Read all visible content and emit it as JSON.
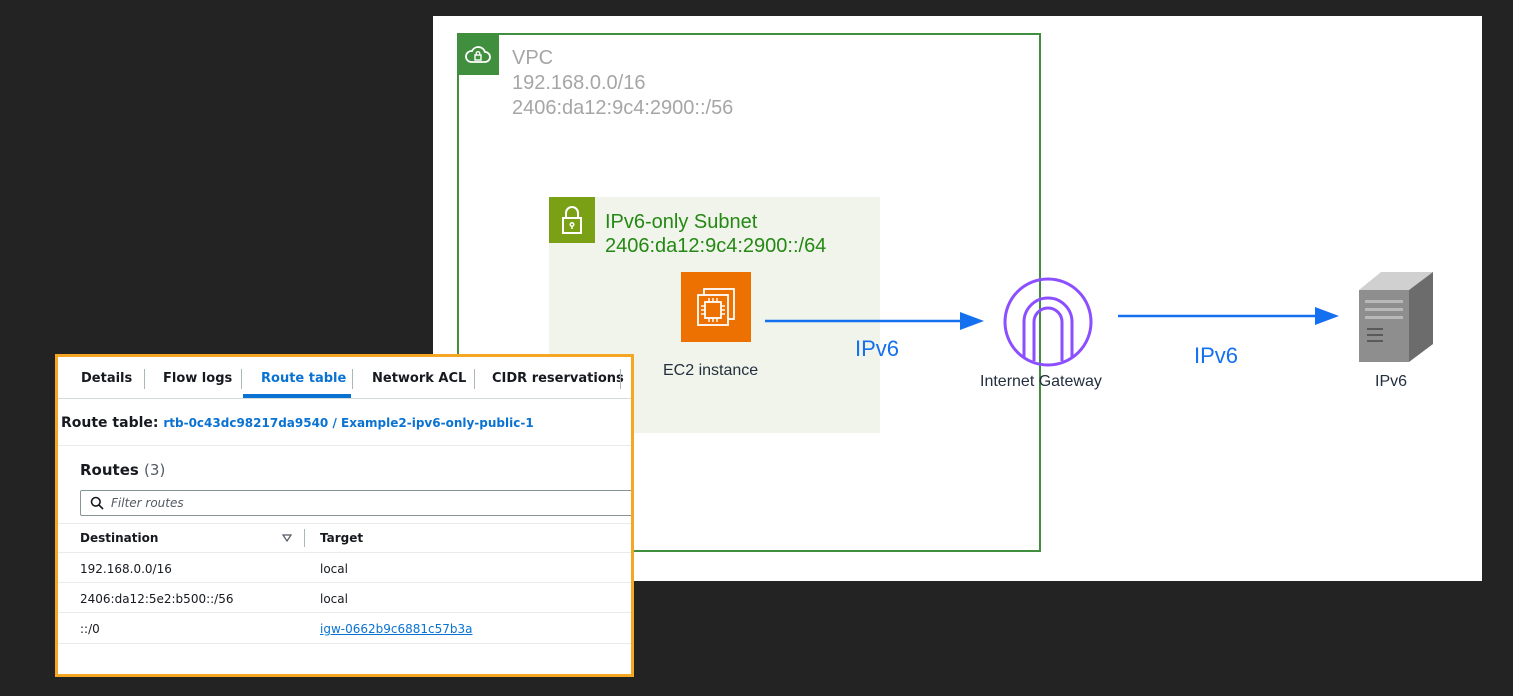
{
  "diagram": {
    "vpc": {
      "label": "VPC",
      "ipv4_cidr": "192.168.0.0/16",
      "ipv6_cidr": "2406:da12:9c4:2900::/56"
    },
    "subnet": {
      "label": "IPv6-only Subnet",
      "cidr": "2406:da12:9c4:2900::/64"
    },
    "ec2_label": "EC2 instance",
    "igw_label": "Internet Gateway",
    "server_label": "IPv6",
    "arrow1_label": "IPv6",
    "arrow2_label": "IPv6",
    "colors": {
      "vpc_green": "#3f8f3f",
      "subnet_green": "#7aa116",
      "ec2_orange": "#ed7100",
      "igw_purple": "#8c4fff",
      "arrow_blue": "#1570ef",
      "panel_border": "#f5a623"
    },
    "icons": [
      "cloud-lock-icon",
      "padlock-icon",
      "ec2-chip-icon",
      "internet-gateway-icon",
      "server-icon"
    ]
  },
  "panel": {
    "tabs": [
      {
        "label": "Details"
      },
      {
        "label": "Flow logs"
      },
      {
        "label": "Route table",
        "active": true
      },
      {
        "label": "Network ACL"
      },
      {
        "label": "CIDR reservations"
      }
    ],
    "route_table_prefix": "Route table:",
    "route_table_link": "rtb-0c43dc98217da9540 / Example2-ipv6-only-public-1",
    "routes_title": "Routes",
    "routes_count": "(3)",
    "filter_placeholder": "Filter routes",
    "columns": {
      "destination": "Destination",
      "target": "Target"
    },
    "rows": [
      {
        "destination": "192.168.0.0/16",
        "target": "local"
      },
      {
        "destination": "2406:da12:5e2:b500::/56",
        "target": "local"
      },
      {
        "destination": "::/0",
        "target": "igw-0662b9c6881c57b3a"
      }
    ]
  }
}
